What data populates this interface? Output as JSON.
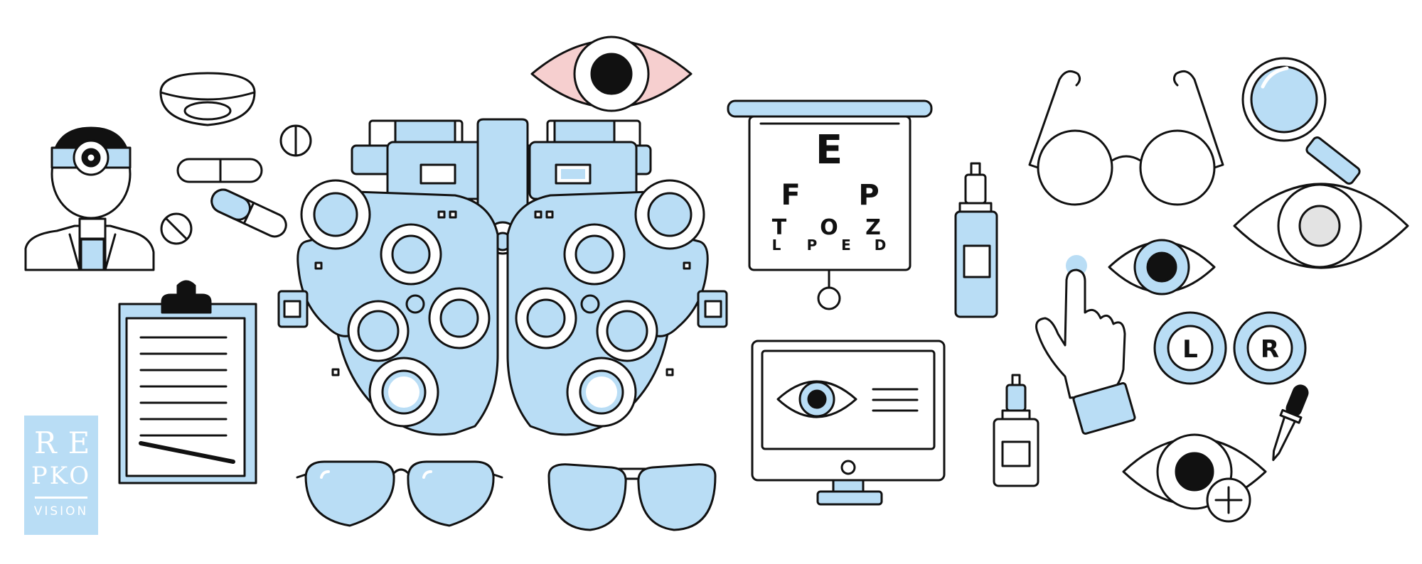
{
  "illustration": {
    "accent_color": "#b9ddf5",
    "pink_color": "#f6cfcf",
    "stroke_color": "#111111",
    "icons": [
      "doctor-icon",
      "contact-lens-icon",
      "pill-icon",
      "capsule-icon",
      "phoropter-icon",
      "eye-icon",
      "eye-chart-icon",
      "eye-drops-icon",
      "glasses-icon",
      "magnifier-icon",
      "hand-pointer-icon",
      "lens-case-icon",
      "pipette-icon",
      "monitor-icon",
      "clipboard-icon",
      "sunglasses-icon"
    ]
  },
  "eye_chart": {
    "row1": "E",
    "row2_left": "F",
    "row2_right": "P",
    "row3": [
      "T",
      "O",
      "Z"
    ],
    "row4": [
      "L",
      "P",
      "E",
      "D"
    ]
  },
  "lens_case": {
    "left_label": "L",
    "right_label": "R"
  },
  "logo": {
    "line1": "RE",
    "line2": "PKO",
    "line3": "VISION"
  }
}
